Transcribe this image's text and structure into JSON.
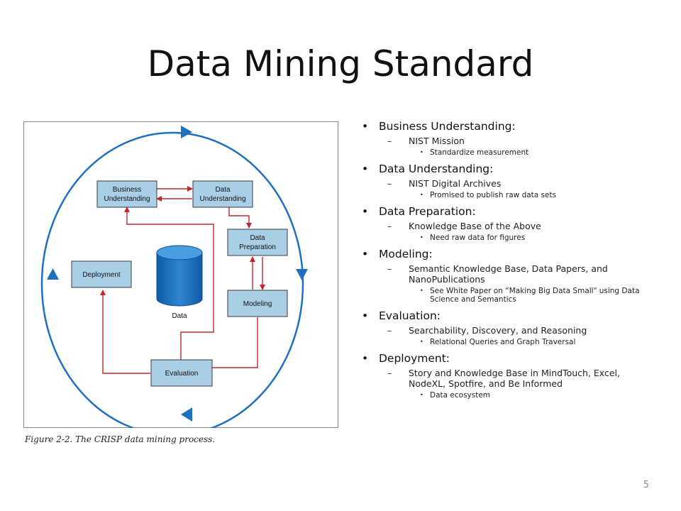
{
  "slide": {
    "title": "Data Mining Standard",
    "page_number": "5"
  },
  "figure": {
    "caption": "Figure 2-2. The CRISP data mining process.",
    "nodes": {
      "business_understanding": [
        "Business",
        "Understanding"
      ],
      "data_understanding": [
        "Data",
        "Understanding"
      ],
      "data_preparation": [
        "Data",
        "Preparation"
      ],
      "modeling": "Modeling",
      "deployment": "Deployment",
      "evaluation": "Evaluation",
      "data_store": "Data"
    },
    "colors": {
      "box_fill": "#a9cfe7",
      "cycle_ring": "#1f6fc0",
      "flow_arrows": "#c0272d",
      "cylinder": "#1565b8"
    }
  },
  "bullets": [
    {
      "label": "Business Understanding:",
      "sub": [
        {
          "label": "NIST Mission",
          "items": [
            "Standardize measurement"
          ]
        }
      ]
    },
    {
      "label": "Data Understanding:",
      "sub": [
        {
          "label": "NIST Digital Archives",
          "items": [
            "Promised to publish raw data sets"
          ]
        }
      ]
    },
    {
      "label": "Data Preparation:",
      "sub": [
        {
          "label": "Knowledge Base of the Above",
          "items": [
            "Need raw data for figures"
          ]
        }
      ]
    },
    {
      "label": "Modeling:",
      "sub": [
        {
          "label": "Semantic Knowledge Base, Data Papers, and NanoPublications",
          "items": [
            "See White Paper on “Making Big Data Small\" using Data Science and Semantics"
          ]
        }
      ]
    },
    {
      "label": "Evaluation:",
      "sub": [
        {
          "label": "Searchability, Discovery, and Reasoning",
          "items": [
            "Relational Queries and Graph Traversal"
          ]
        }
      ]
    },
    {
      "label": "Deployment:",
      "sub": [
        {
          "label": "Story and Knowledge Base in MindTouch, Excel, NodeXL, Spotfire, and Be Informed",
          "items": [
            "Data ecosystem"
          ]
        }
      ]
    }
  ]
}
